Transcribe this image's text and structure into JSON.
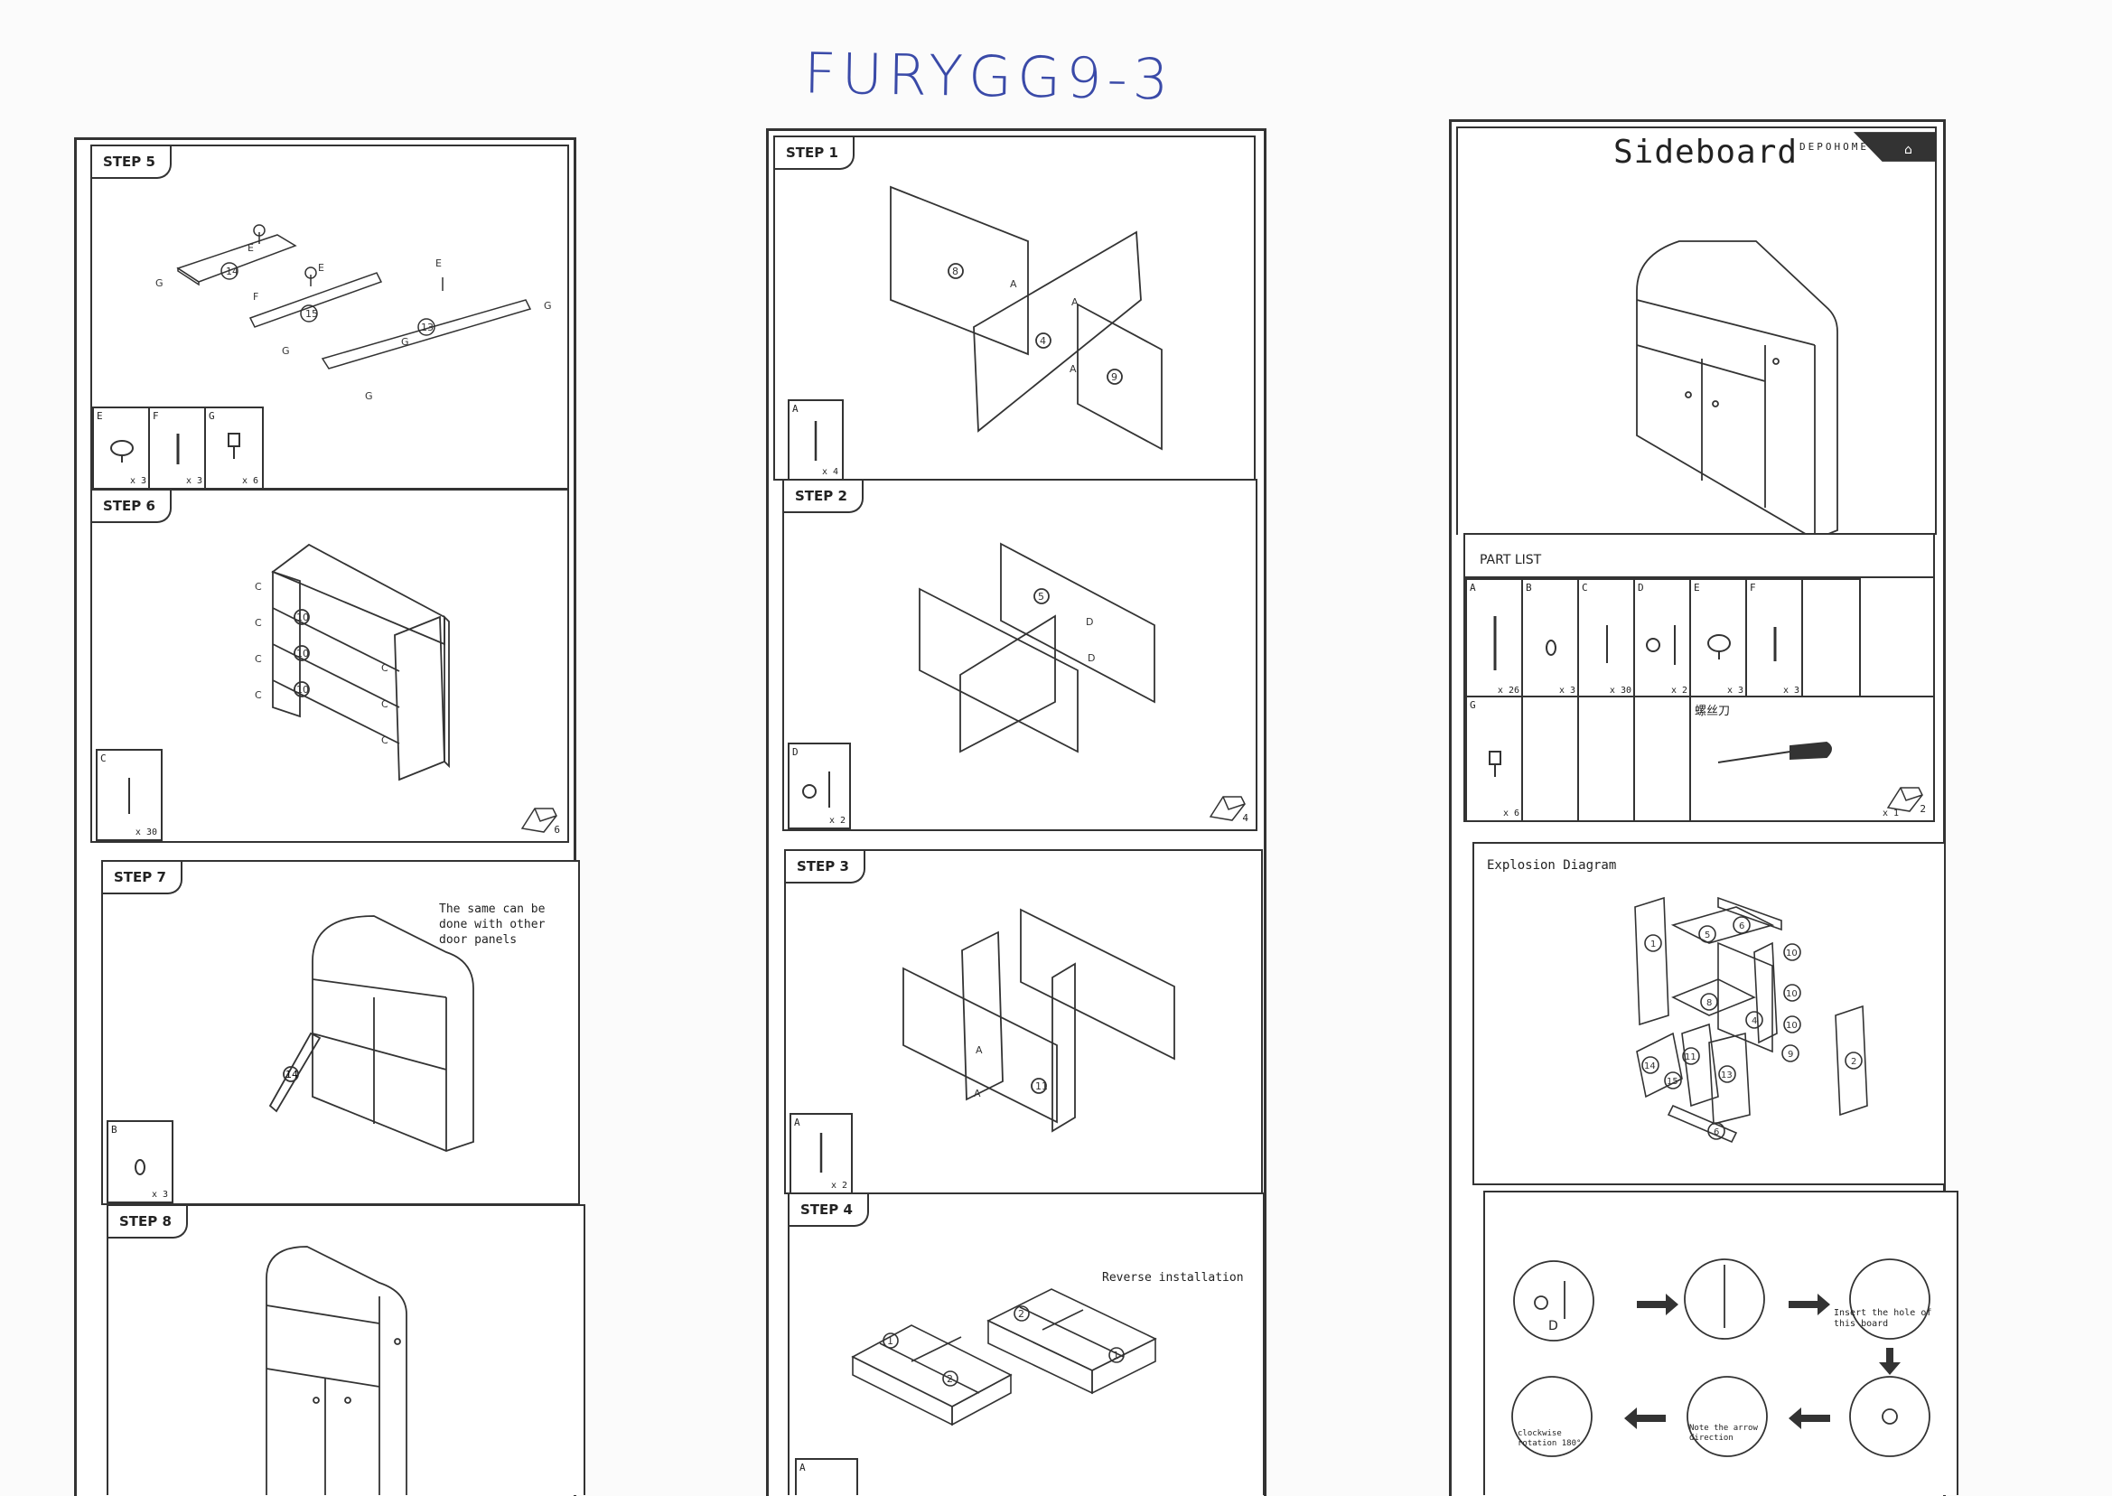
{
  "header": {
    "handwritten_code": "FURYGG9-3"
  },
  "left": {
    "step5": {
      "label": "STEP 5",
      "parts": [
        {
          "letter": "E",
          "qty": "x 3"
        },
        {
          "letter": "F",
          "qty": "x 3"
        },
        {
          "letter": "G",
          "qty": "x 6"
        }
      ]
    },
    "step6": {
      "label": "STEP 6",
      "part": {
        "letter": "C",
        "qty": "x 30"
      },
      "page": "6"
    },
    "step7": {
      "label": "STEP 7",
      "note": "The same can be done with other door panels",
      "part": {
        "letter": "B",
        "qty": "x 3"
      }
    },
    "step8": {
      "label": "STEP 8"
    }
  },
  "middle": {
    "step1": {
      "label": "STEP 1",
      "part": {
        "letter": "A",
        "qty": "x 4"
      }
    },
    "step2": {
      "label": "STEP 2",
      "part": {
        "letter": "D",
        "qty": "x 2"
      },
      "page": "4"
    },
    "step3": {
      "label": "STEP 3",
      "part": {
        "letter": "A",
        "qty": "x 2"
      }
    },
    "step4": {
      "label": "STEP 4",
      "note": "Reverse installation",
      "part": {
        "letter": "A"
      }
    }
  },
  "right": {
    "cover": {
      "title": "Sideboard",
      "brand": "DEPOHOME",
      "page": "2"
    },
    "part_list": {
      "title": "PART LIST",
      "parts": [
        {
          "letter": "A",
          "qty": "x 26"
        },
        {
          "letter": "B",
          "qty": "x 3"
        },
        {
          "letter": "C",
          "qty": "x 30"
        },
        {
          "letter": "D",
          "qty": "x 2"
        },
        {
          "letter": "E",
          "qty": "x 3"
        },
        {
          "letter": "F",
          "qty": "x 3"
        },
        {
          "letter": "G",
          "qty": "x 6"
        }
      ],
      "tool_label": "螺丝刀",
      "tool_qty": "x 1"
    },
    "explosion": {
      "title": "Explosion Diagram"
    },
    "cam": {
      "letter": "D",
      "insert_note": "Insert the hole of this board",
      "note_direction": "Note the arrow direction",
      "rotation_note": "clockwise rotation 180°"
    }
  },
  "colors": {
    "ink": "#333333",
    "handwriting": "#3a4aa8",
    "paper": "#ffffff"
  }
}
